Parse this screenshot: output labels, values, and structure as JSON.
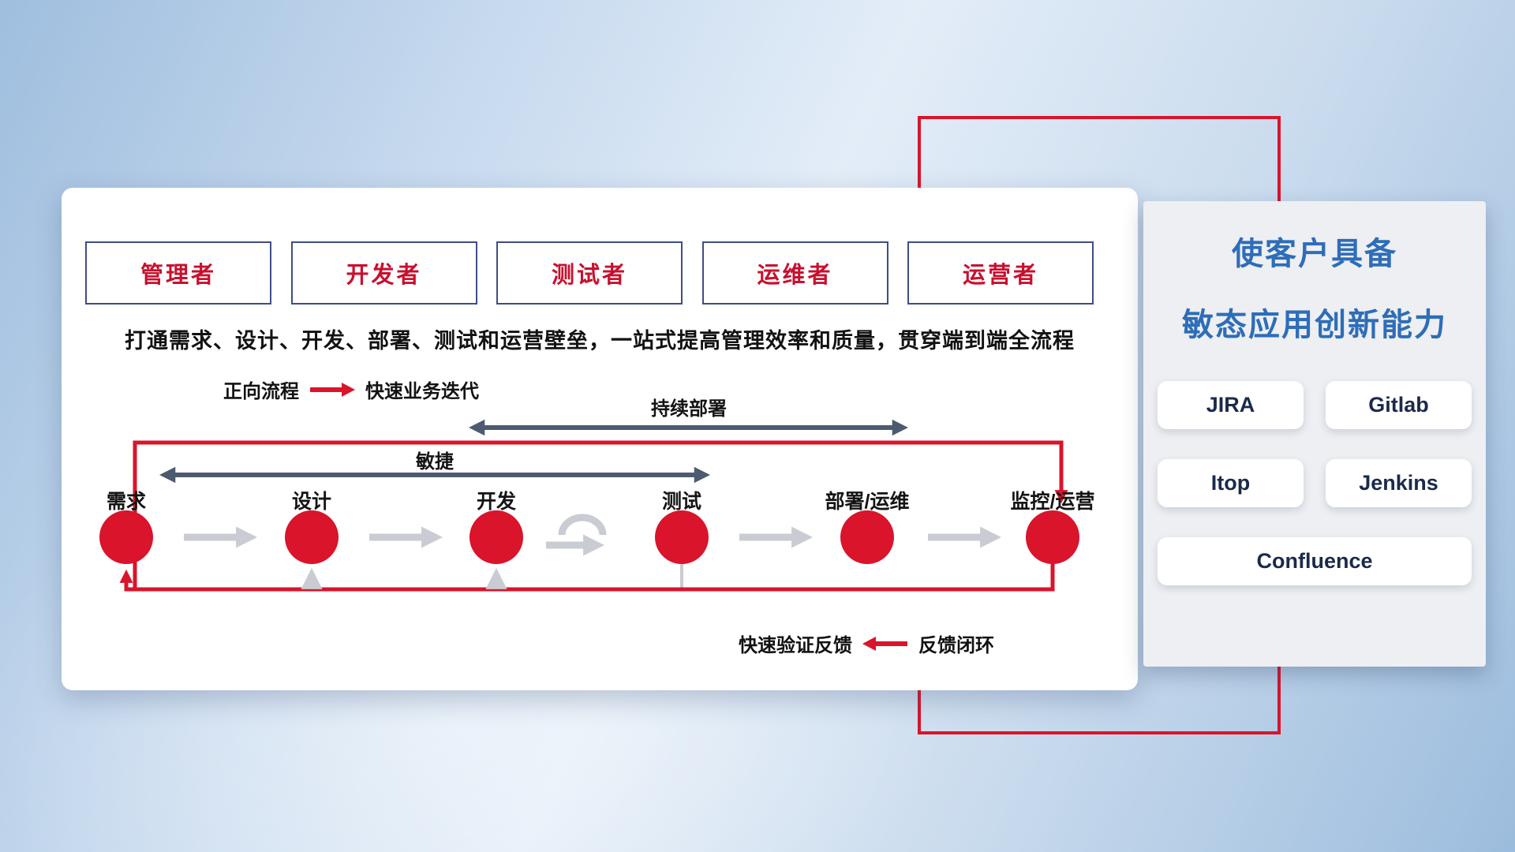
{
  "roles": [
    "管理者",
    "开发者",
    "测试者",
    "运维者",
    "运营者"
  ],
  "subtitle": "打通需求、设计、开发、部署、测试和运营壁垒，一站式提高管理效率和质量，贯穿端到端全流程",
  "legend_forward": {
    "label": "正向流程",
    "desc": "快速业务迭代"
  },
  "legend_feedback": {
    "desc": "快速验证反馈",
    "label": "反馈闭环"
  },
  "flow": {
    "cd_label": "持续部署",
    "agile_label": "敏捷",
    "stages": [
      "需求",
      "设计",
      "开发",
      "测试",
      "部署/运维",
      "监控/运营"
    ]
  },
  "panel": {
    "title_line1": "使客户具备",
    "title_line2": "敏态应用创新能力",
    "tools": [
      "JIRA",
      "Gitlab",
      "Itop",
      "Jenkins",
      "Confluence"
    ]
  },
  "colors": {
    "accent_red": "#d9142b",
    "role_text_red": "#c8102e",
    "dark_arrow": "#4d5b70",
    "gray_arrow": "#c9ccd2",
    "title_blue": "#2e6db8",
    "tool_text": "#1b2a4a"
  }
}
